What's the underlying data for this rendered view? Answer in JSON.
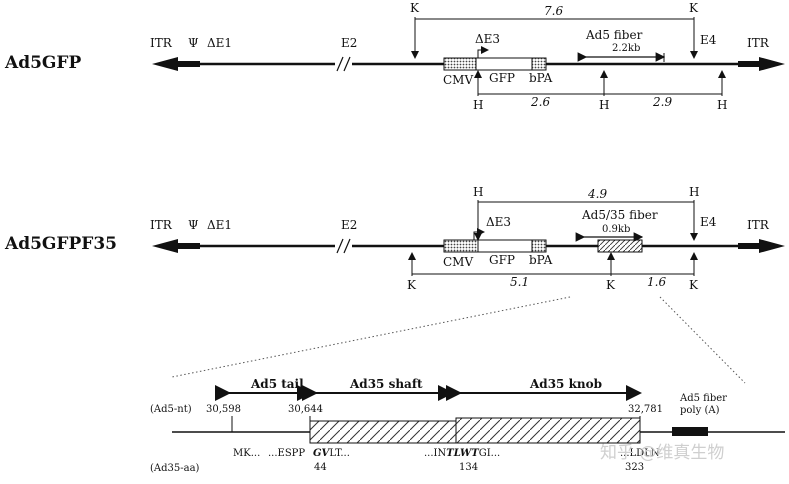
{
  "construct1": {
    "name": "Ad5GFP",
    "itr_left": "ITR",
    "psi": "Ψ",
    "de1": "ΔE1",
    "e2": "E2",
    "de3": "ΔE3",
    "fiber": "Ad5 fiber",
    "fiber_size": "2.2kb",
    "e4": "E4",
    "itr_right": "ITR",
    "cmv": "CMV",
    "gfp": "GFP",
    "bpa": "bPA",
    "k": "K",
    "h": "H",
    "dist_k": "7.6",
    "dist_h1": "2.6",
    "dist_h2": "2.9"
  },
  "construct2": {
    "name": "Ad5GFPF35",
    "itr_left": "ITR",
    "psi": "Ψ",
    "de1": "ΔE1",
    "e2": "E2",
    "de3": "ΔE3",
    "fiber": "Ad5/35 fiber",
    "fiber_size": "0.9kb",
    "e4": "E4",
    "itr_right": "ITR",
    "cmv": "CMV",
    "gfp": "GFP",
    "bpa": "bPA",
    "k": "K",
    "h": "H",
    "dist_h": "4.9",
    "dist_k1": "5.1",
    "dist_k2": "1.6"
  },
  "detail": {
    "tail": "Ad5 tail",
    "shaft": "Ad35 shaft",
    "knob": "Ad35 knob",
    "fiber_polya_1": "Ad5 fiber",
    "fiber_polya_2": "poly (A)",
    "nt_label": "(Ad5-nt)",
    "aa_label": "(Ad35-aa)",
    "nt1": "30,598",
    "nt2": "30,644",
    "nt3": "32,781",
    "seq1": "MK...",
    "seq2": "...ESPP",
    "seq3_b": "GV",
    "seq3_r": "LT...",
    "seq4_r": "...IN",
    "seq4_b": "TLWT",
    "seq4_e": "GI...",
    "seq5": "...LDLN",
    "aa1": "44",
    "aa2": "134",
    "aa3": "323"
  },
  "watermark": "知乎 @维真生物"
}
